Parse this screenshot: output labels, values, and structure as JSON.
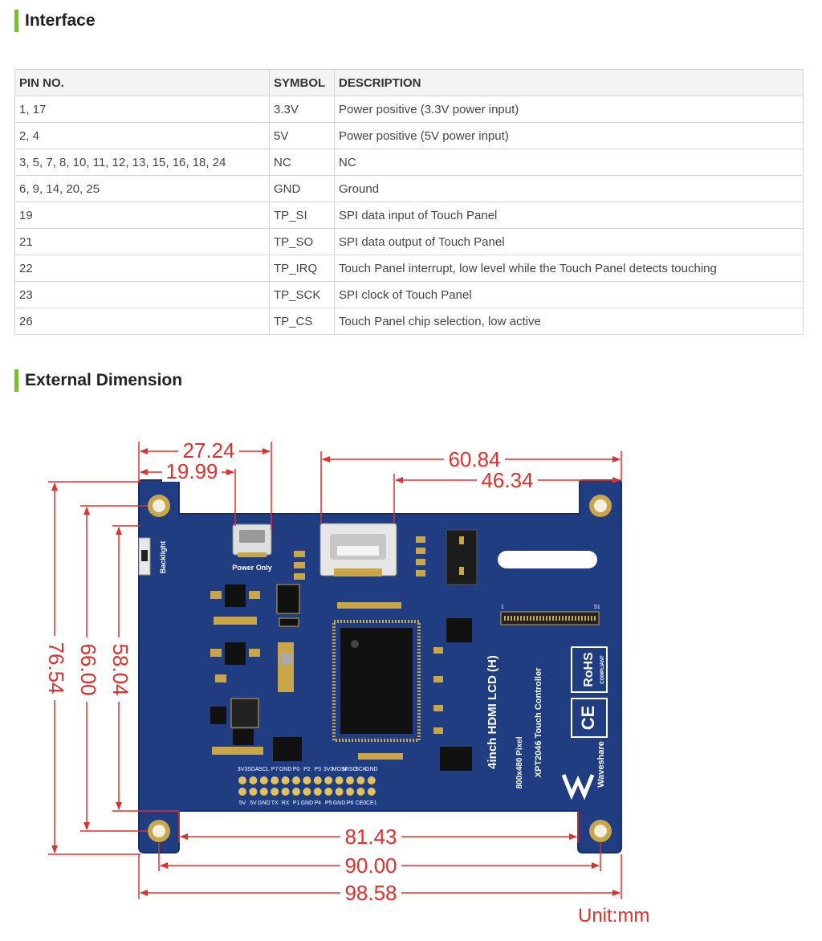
{
  "interface": {
    "title": "Interface",
    "columns": [
      "PIN NO.",
      "SYMBOL",
      "DESCRIPTION"
    ],
    "rows": [
      [
        "1, 17",
        "3.3V",
        "Power positive (3.3V power input)"
      ],
      [
        "2, 4",
        "5V",
        "Power positive (5V power input)"
      ],
      [
        "3, 5, 7, 8, 10, 11, 12, 13, 15, 16, 18, 24",
        "NC",
        "NC"
      ],
      [
        "6, 9, 14, 20, 25",
        "GND",
        "Ground"
      ],
      [
        "19",
        "TP_SI",
        "SPI data input of Touch Panel"
      ],
      [
        "21",
        "TP_SO",
        "SPI data output of Touch Panel"
      ],
      [
        "22",
        "TP_IRQ",
        "Touch Panel interrupt, low level while the Touch Panel detects touching"
      ],
      [
        "23",
        "TP_SCK",
        "SPI clock of Touch Panel"
      ],
      [
        "26",
        "TP_CS",
        "Touch Panel chip selection, low active"
      ]
    ]
  },
  "dimension": {
    "title": "External Dimension",
    "labels": {
      "d1": "27.24",
      "d2": "19.99",
      "d3": "60.84",
      "d4": "46.34",
      "d5": "76.54",
      "d6": "66.00",
      "d7": "58.04",
      "d8": "81.43",
      "d9": "90.00",
      "d10": "98.58"
    },
    "unit": "Unit:mm",
    "board": {
      "backlight_label": "Backlight",
      "power_label": "Power Only",
      "product_line1": "4inch HDMI LCD (H)",
      "product_line2": "800x480 Pixel",
      "product_line3": "XPT2046 Touch Controller",
      "brand": "Waveshare",
      "rohs": "RoHS",
      "rohs_sub": "COMPLIANT",
      "ce": "CE",
      "conn_pin_first": "1",
      "conn_pin_last": "51",
      "gpio_top": [
        "3V3",
        "SDA",
        "SCL",
        "P7",
        "GND",
        "P0",
        "P2",
        "P3",
        "3V3",
        "MOSI",
        "MISO",
        "SCK",
        "GND"
      ],
      "gpio_bottom": [
        "5V",
        "5V",
        "GND",
        "TX",
        "RX",
        "P1",
        "GND",
        "P4",
        "P5",
        "GND",
        "P6",
        "CE0",
        "CE1"
      ]
    },
    "colors": {
      "accent": "#7cba3d",
      "dimension": "#e0312e",
      "pcb": "#1f3d80"
    }
  }
}
